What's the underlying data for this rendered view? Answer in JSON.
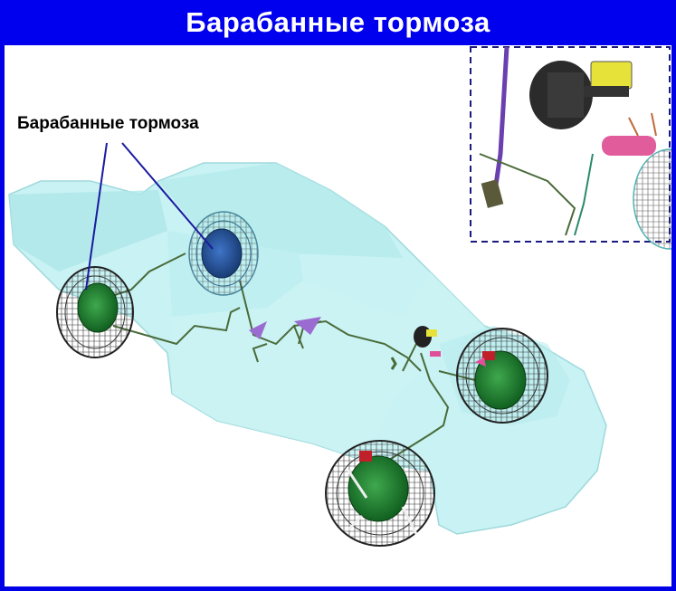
{
  "header": {
    "title": "Барабанные тормоза"
  },
  "diagram": {
    "callout_label": "Барабанные тормоза",
    "colors": {
      "background": "#0000e6",
      "panel": "#ffffff",
      "car_body": "#9fe6e8",
      "brake_drum": "#1a7a2a",
      "brake_line": "#4a6b3a",
      "leader_line": "#1a1aa0",
      "inset_border": "#1a1a80"
    },
    "components": [
      "car-body-outline",
      "front-left-wheel",
      "front-right-wheel",
      "rear-left-wheel",
      "rear-right-wheel",
      "brake-lines",
      "master-cylinder",
      "detail-inset"
    ]
  }
}
